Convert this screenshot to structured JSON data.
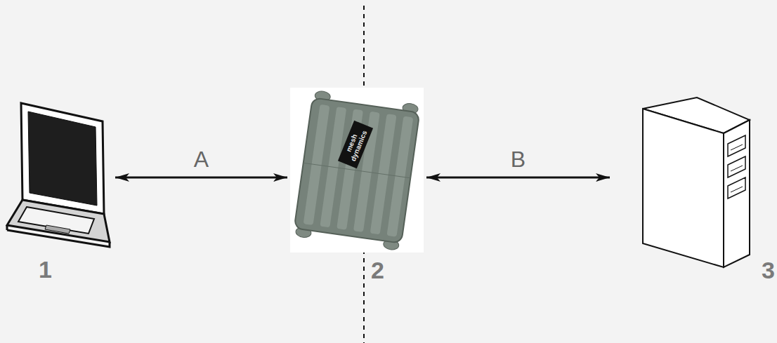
{
  "diagram": {
    "nodes": [
      {
        "text": [
          "1"
        ]
      },
      {
        "text": [
          "2"
        ]
      },
      {
        "text": [
          "3"
        ]
      }
    ],
    "edges": [
      {
        "from": 0,
        "to": 1,
        "label": "A",
        "arrow": "both"
      },
      {
        "from": 1,
        "to": 2,
        "label": "B",
        "arrow": "both"
      }
    ],
    "labels": [
      "mesh dynamics"
    ]
  }
}
